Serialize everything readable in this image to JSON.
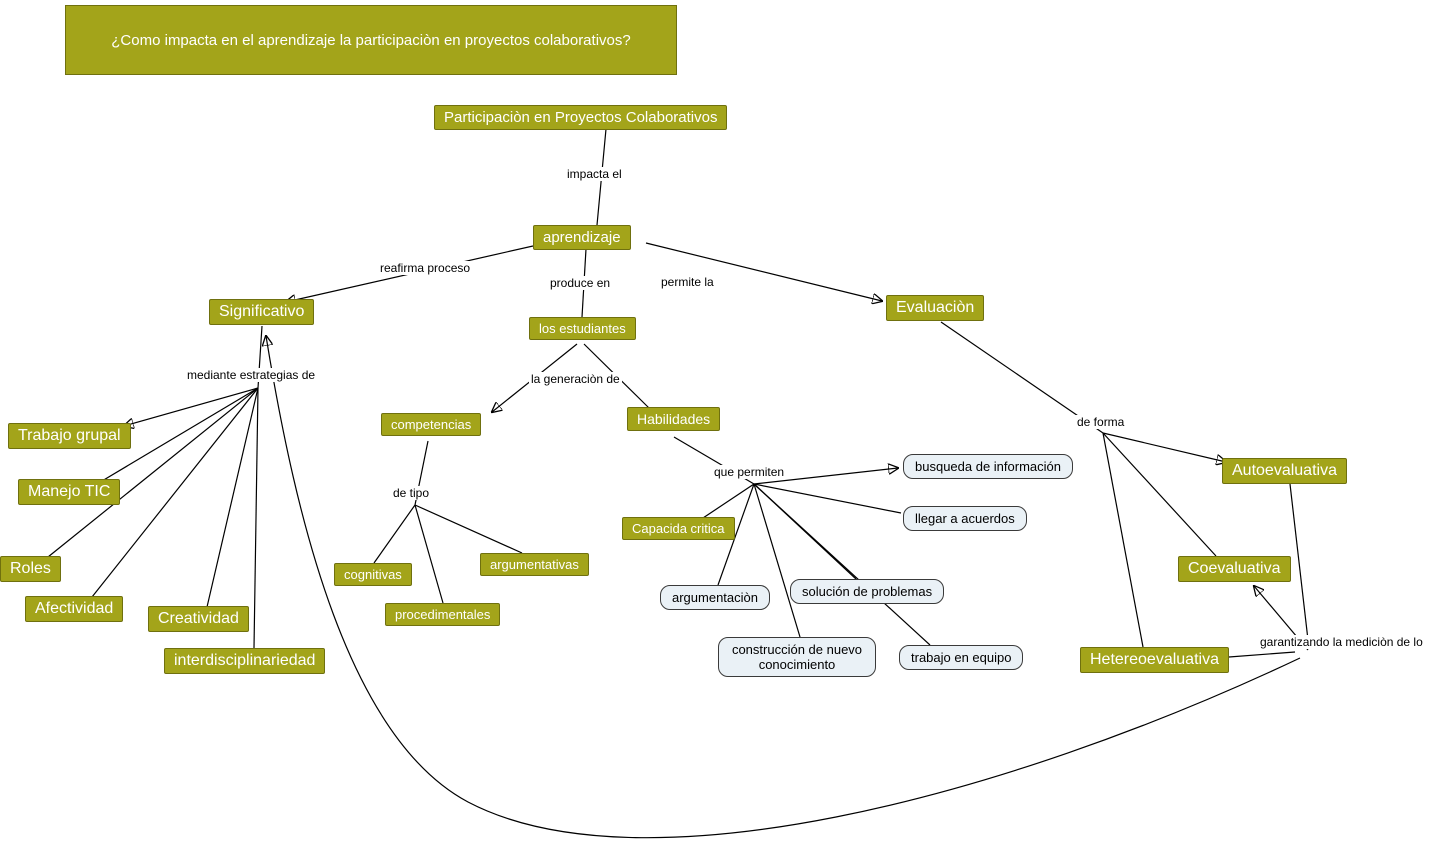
{
  "question": "¿Como impacta en el aprendizaje la participaciòn en proyectos colaborativos?",
  "concepts": {
    "participacion": "Participaciòn en Proyectos Colaborativos",
    "aprendizaje": "aprendizaje",
    "significativo": "Significativo",
    "los_estudiantes": "los estudiantes",
    "evaluacion": "Evaluaciòn",
    "trabajo_grupal": "Trabajo grupal",
    "manejo_tic": "Manejo TIC",
    "roles": "Roles",
    "afectividad": "Afectividad",
    "creatividad": "Creatividad",
    "interdisciplinariedad": "interdisciplinariedad",
    "competencias": "competencias",
    "habilidades": "Habilidades",
    "cognitivas": "cognitivas",
    "procedimentales": "procedimentales",
    "argumentativas": "argumentativas",
    "capacidad_critica": "Capacida critica",
    "autoevaluativa": "Autoevaluativa",
    "coevaluativa": "Coevaluativa",
    "heteroevaluativa": "Hetereoevaluativa"
  },
  "outcomes": {
    "busqueda": "busqueda de información",
    "acuerdos": "llegar a acuerdos",
    "argumentacion": "argumentaciòn",
    "solucion": "solución de problemas",
    "construccion": "construcción de nuevo conocimiento",
    "trabajo_equipo": "trabajo en equipo"
  },
  "link_labels": {
    "impacta_el": "impacta el",
    "reafirma_proceso": "reafirma proceso",
    "produce_en": "produce en",
    "permite_la": "permite la",
    "mediante_estrategias": "mediante estrategias de",
    "la_generacion_de": "la generaciòn de",
    "de_tipo": "de tipo",
    "que_permiten": "que permiten",
    "de_forma": "de forma",
    "garantizando": "garantizando la mediciòn de lo"
  },
  "colors": {
    "node_fill": "#A3A41A",
    "node_border": "#6F700E",
    "node_text": "#FFFFFF",
    "outcome_fill": "#EAF1F6",
    "outcome_border": "#3A3A3A",
    "line": "#000000"
  }
}
